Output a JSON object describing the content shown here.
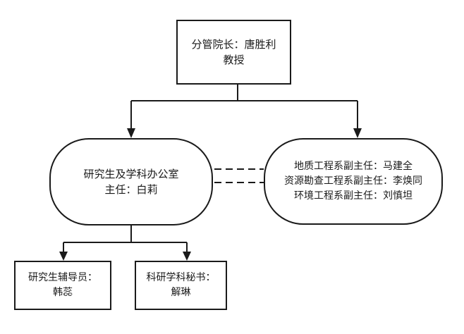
{
  "org": {
    "head": {
      "line1": "分管院长：唐胜利",
      "line2": "教授"
    },
    "office": {
      "line1": "研究生及学科办公室",
      "line2": "主任：白莉"
    },
    "deputies": [
      "地质工程系副主任：马建全",
      "资源勘查工程系副主任：李焕同",
      "环境工程系副主任：刘慎坦"
    ],
    "advisor": {
      "line1": "研究生辅导员：",
      "line2": "韩蕊"
    },
    "secretary": {
      "line1": "科研学科秘书：",
      "line2": "解琳"
    }
  },
  "colors": {
    "line": "#1a1a1a",
    "background": "#ffffff"
  }
}
